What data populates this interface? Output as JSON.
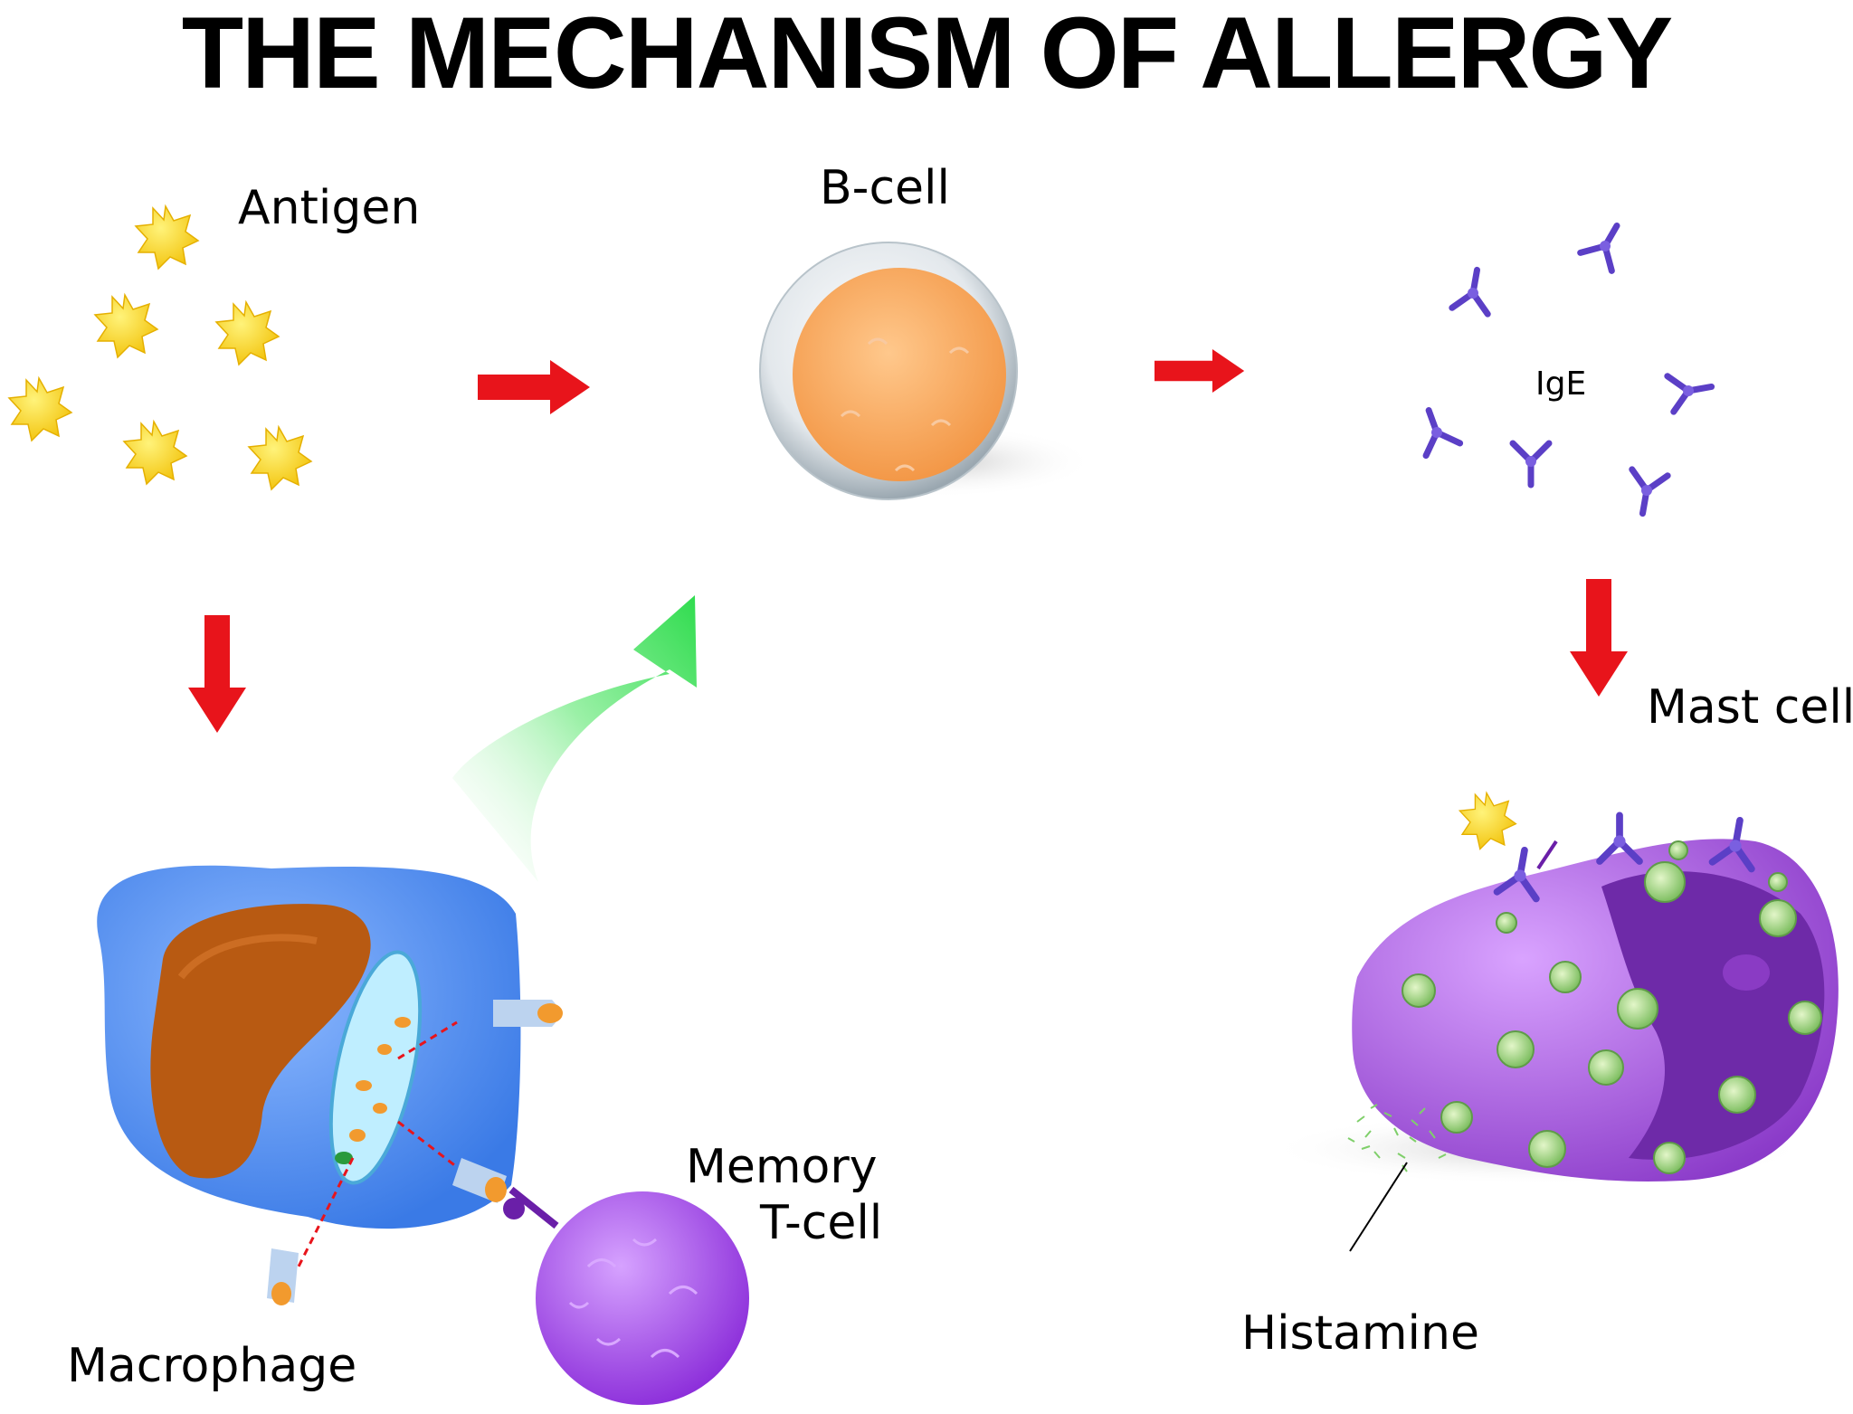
{
  "title": "THE MECHANISM OF ALLERGY",
  "labels": {
    "antigen": "Antigen",
    "b_cell": "B-cell",
    "ige": "IgE",
    "mast_cell": "Mast cell",
    "macrophage": "Macrophage",
    "memory_t_cell_line1": "Memory",
    "memory_t_cell_line2": "T-cell",
    "histamine": "Histamine"
  },
  "colors": {
    "arrow_red": "#e8141b",
    "arrow_green": "#3ee05a",
    "antigen_yellow": "#f7d31a",
    "b_cell_orange": "#f7a35a",
    "ige_purple": "#5b3fc6",
    "macrophage_blue": "#4b8cf0",
    "nucleus_brown": "#b85a12",
    "t_cell_purple": "#a04be6",
    "mast_cell_purple": "#a44fd8",
    "granule_green": "#9ccf7a"
  }
}
